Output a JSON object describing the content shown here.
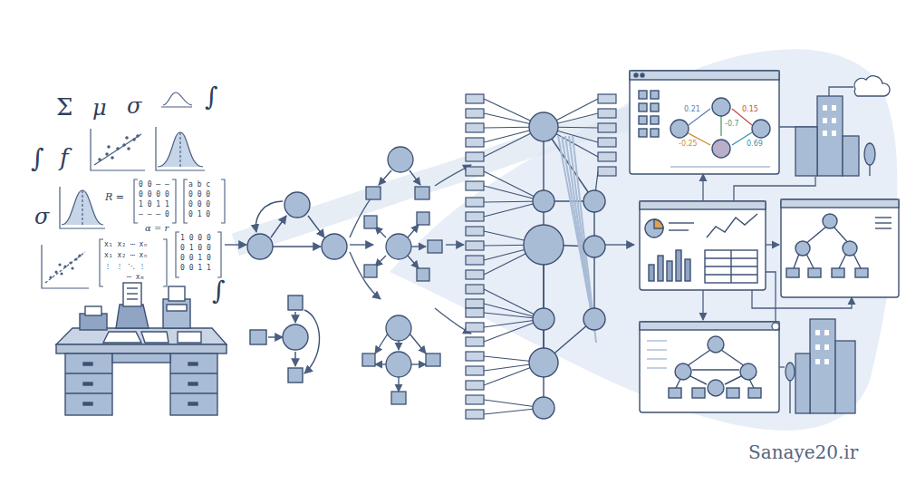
{
  "diagram": {
    "labels": [
      "Σ",
      "μ",
      "σ",
      "∫",
      "∫",
      "f",
      "σ",
      "∫",
      "R =",
      "0 0 ⋯ –",
      "0 0 0 0",
      "1 0 1 1",
      "– – ⋯ 0",
      "a b c",
      "0 0 0",
      "0 0 0",
      "0 1 0",
      "α = r",
      "x₁ x₂ ⋯ xₙ",
      "x₁ x₂ ⋯ xₙ",
      "⋮ ⋮ ⋱ ⋮",
      "⋯ xₘ",
      "1 0 0 0",
      "0 1 0 0",
      "0 0 1 0",
      "0 0 1 1",
      "0.21",
      "0.15",
      "-0.7",
      "-0.25",
      "0.69",
      "Sanaye20.ir"
    ]
  }
}
